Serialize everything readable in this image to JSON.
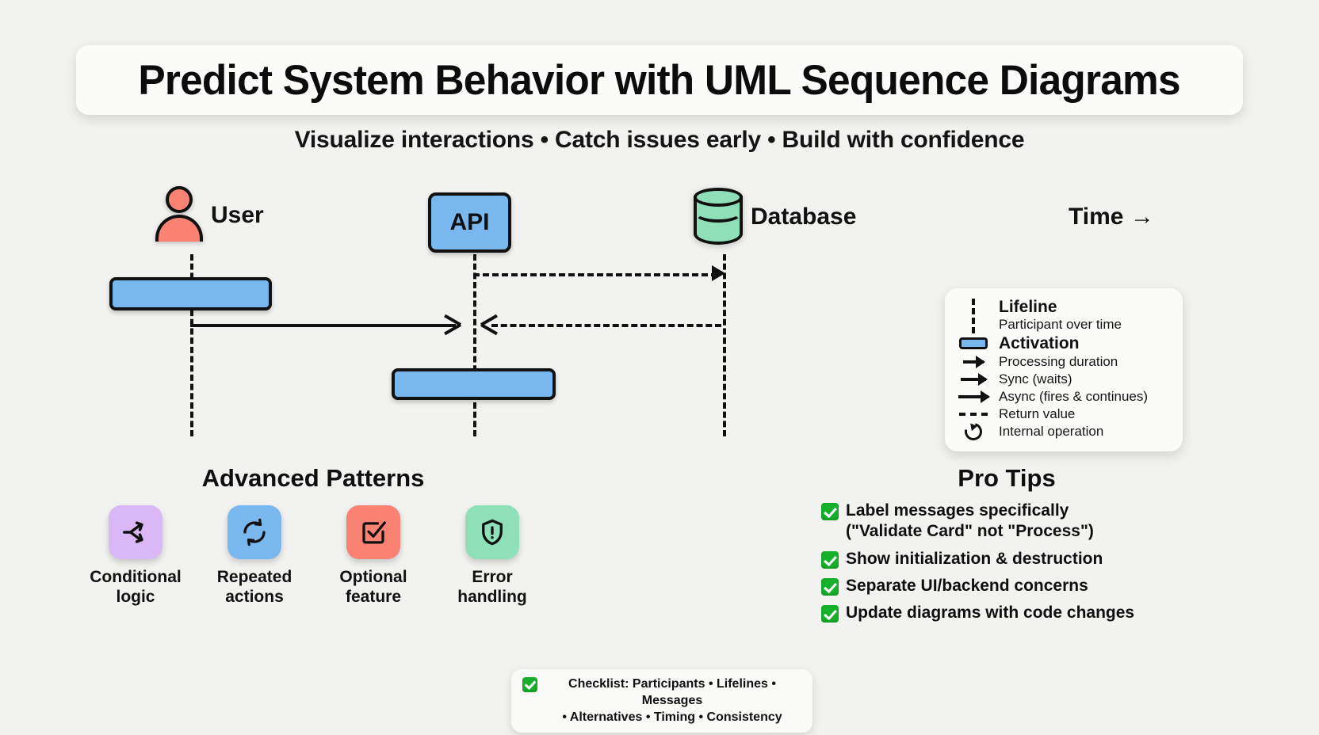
{
  "header": {
    "title": "Predict System Behavior with UML Sequence Diagrams",
    "subtitle": "Visualize interactions • Catch issues early • Build with confidence"
  },
  "diagram": {
    "time_axis_label": "Time →",
    "participants": [
      {
        "name": "User",
        "icon": "actor-icon",
        "color": "#f98272"
      },
      {
        "name": "API",
        "icon": "box-icon",
        "color": "#79b8ef"
      },
      {
        "name": "Database",
        "icon": "database-cylinder-icon",
        "color": "#8fe0b8"
      }
    ],
    "activations": [
      {
        "owner": "User"
      },
      {
        "owner": "API"
      }
    ],
    "messages": [
      {
        "from": "User",
        "to": "API",
        "style": "solid",
        "head": "open"
      },
      {
        "from": "API",
        "to": "Database",
        "style": "dashed",
        "head": "filled"
      },
      {
        "from": "Database",
        "to": "API",
        "style": "dashed",
        "head": "open"
      }
    ]
  },
  "legend": {
    "items": [
      {
        "glyph": "lifeline-dashes",
        "title": "Lifeline",
        "desc": "Participant over time"
      },
      {
        "glyph": "activation-bar",
        "title": "Activation",
        "desc": ""
      },
      {
        "glyph": "arrow-short",
        "title": "",
        "desc": "Processing duration"
      },
      {
        "glyph": "arrow-medium",
        "title": "",
        "desc": "Sync (waits)"
      },
      {
        "glyph": "arrow-long",
        "title": "",
        "desc": "Async (fires & continues)"
      },
      {
        "glyph": "dashed-arrow",
        "title": "",
        "desc": "Return value"
      },
      {
        "glyph": "circular-arrow-icon",
        "title": "",
        "desc": "Internal operation"
      }
    ]
  },
  "patterns": {
    "heading": "Advanced Patterns",
    "items": [
      {
        "label": "Conditional\nlogic",
        "icon": "branch-icon",
        "bg": "#d9b8f5"
      },
      {
        "label": "Repeated\nactions",
        "icon": "loop-refresh-icon",
        "bg": "#79b8ef"
      },
      {
        "label": "Optional\nfeature",
        "icon": "checkbox-checked-icon",
        "bg": "#f98272"
      },
      {
        "label": "Error\nhandling",
        "icon": "shield-alert-icon",
        "bg": "#8fe0b8"
      }
    ]
  },
  "pro_tips": {
    "heading": "Pro Tips",
    "items": [
      "Label messages specifically\n(\"Validate Card\" not \"Process\")",
      "Show initialization & destruction",
      "Separate UI/backend concerns",
      "Update diagrams with code changes"
    ]
  },
  "checklist": {
    "text": "Checklist: Participants • Lifelines • Messages\n• Alternatives • Timing • Consistency"
  },
  "colors": {
    "background": "#f2f2f0",
    "card": "#fbfbfa",
    "blue": "#79b8ef",
    "salmon": "#f98272",
    "green": "#8fe0b8",
    "purple": "#d9b8f5",
    "check_green": "#16b02a",
    "ink": "#111111"
  }
}
